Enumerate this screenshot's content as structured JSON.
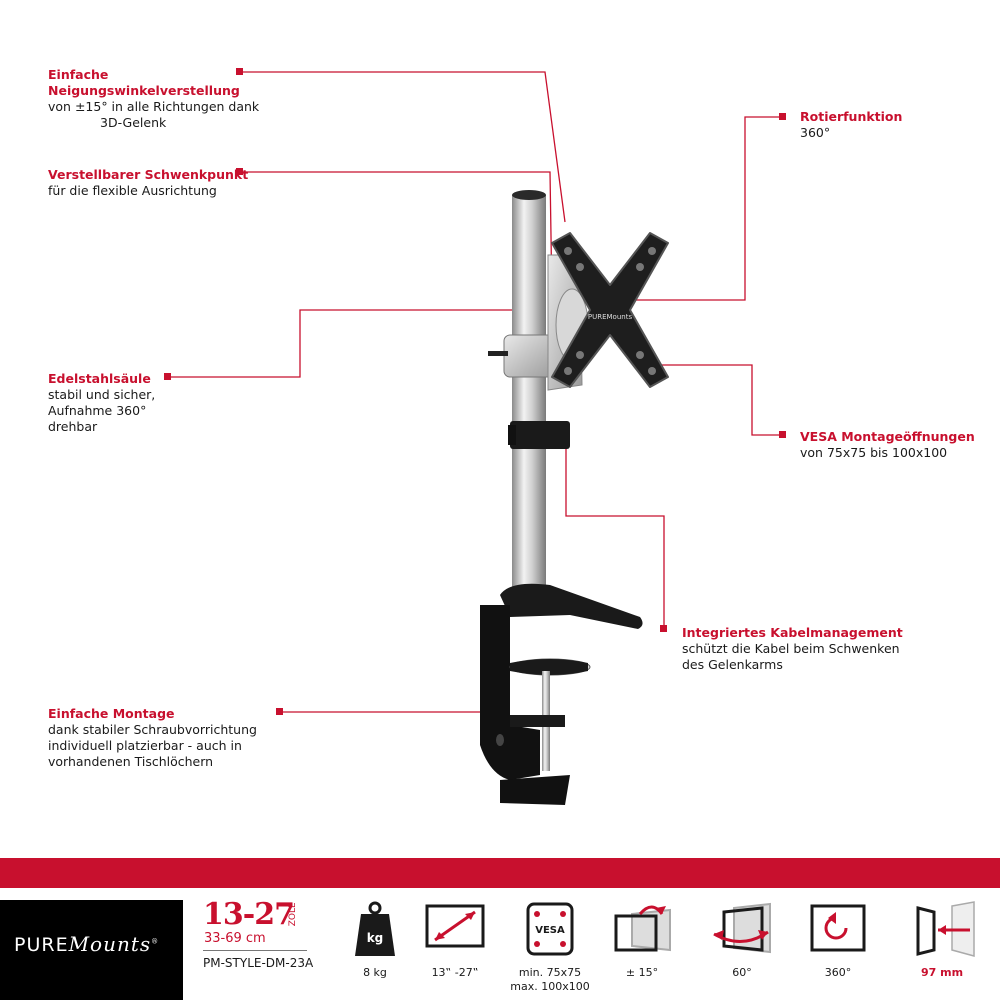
{
  "callouts": {
    "tilt": {
      "title_line1": "Einfache",
      "title_line2": "Neigungswinkelverstellung",
      "desc_line1": "von  ±15° in alle Richtungen dank",
      "desc_line2": "3D-Gelenk"
    },
    "pivot": {
      "title": "Verstellbarer Schwenkpunkt",
      "desc": "für die flexible Ausrichtung"
    },
    "column": {
      "title": "Edelstahlsäule",
      "desc_line1": "stabil und sicher,",
      "desc_line2": "Aufnahme 360°",
      "desc_line3": "drehbar"
    },
    "mount": {
      "title": "Einfache Montage",
      "desc_line1": "dank stabiler Schraubvorrichtung",
      "desc_line2": "individuell platzierbar - auch in",
      "desc_line3": "vorhandenen Tischlöchern"
    },
    "rotate": {
      "title": "Rotierfunktion",
      "desc": "360°"
    },
    "vesa": {
      "title": "VESA Montageöffnungen",
      "desc": "von 75x75 bis 100x100"
    },
    "cable": {
      "title": "Integriertes Kabelmanagement",
      "desc_line1": "schützt die Kabel beim Schwenken",
      "desc_line2": "des Gelenkarms"
    }
  },
  "product_label": "PUREMounts",
  "brand": {
    "word1": "PURE",
    "word2": "Mounts",
    "reg": "®"
  },
  "size": {
    "range": "13-27",
    "unit": "ZOLL",
    "cm": "33-69 cm",
    "model": "PM-STYLE-DM-23A"
  },
  "specs": [
    {
      "icon": "weight-icon",
      "label": "8 kg",
      "icon_text": "kg"
    },
    {
      "icon": "screen-diagonal-icon",
      "label": "13‟ -27‟"
    },
    {
      "icon": "vesa-icon",
      "label_line1": "min. 75x75",
      "label_line2": "max. 100x100",
      "icon_text": "VESA"
    },
    {
      "icon": "tilt-icon",
      "label": "± 15°"
    },
    {
      "icon": "swivel-icon",
      "label": "60°"
    },
    {
      "icon": "rotate-icon",
      "label": "360°"
    },
    {
      "icon": "wall-distance-icon",
      "label": "97 mm"
    }
  ],
  "colors": {
    "accent": "#c8102e",
    "dark": "#000000"
  }
}
